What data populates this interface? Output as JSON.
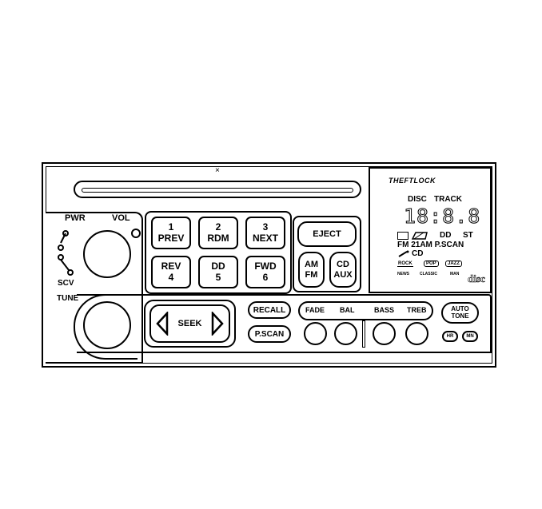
{
  "display": {
    "brand": "THEFTLOCK",
    "disc_label": "DISC",
    "track_label": "TRACK",
    "readout": "18:8.8",
    "dolby_symbol": "DD",
    "st_label": "ST",
    "bands_line": "FM 21AM P.SCAN",
    "cd_indicator": "CD",
    "eq_presets_top": [
      "ROCK",
      "POP",
      "JAZZ"
    ],
    "eq_presets_bottom": [
      "NEWS",
      "CLASSIC",
      "MAN"
    ],
    "disc_logo": "disc"
  },
  "left_panel": {
    "pwr_label": "PWR",
    "vol_label": "VOL",
    "scv_label": "SCV",
    "tune_label": "TUNE"
  },
  "preset_buttons": [
    {
      "top": "1",
      "bottom": "PREV"
    },
    {
      "top": "2",
      "bottom": "RDM"
    },
    {
      "top": "3",
      "bottom": "NEXT"
    },
    {
      "top": "REV",
      "bottom": "4"
    },
    {
      "top": "DD",
      "bottom": "5"
    },
    {
      "top": "FWD",
      "bottom": "6"
    }
  ],
  "source_buttons": {
    "eject": "EJECT",
    "am_fm_top": "AM",
    "am_fm_bottom": "FM",
    "cd_aux_top": "CD",
    "cd_aux_bottom": "AUX"
  },
  "seek": {
    "label": "SEEK"
  },
  "recall": "RECALL",
  "pscan": "P.SCAN",
  "tone_labels": [
    "FADE",
    "BAL",
    "BASS",
    "TREB"
  ],
  "auto_tone": {
    "line1": "AUTO",
    "line2": "TONE"
  },
  "small_buttons": [
    "HR",
    "MN"
  ]
}
